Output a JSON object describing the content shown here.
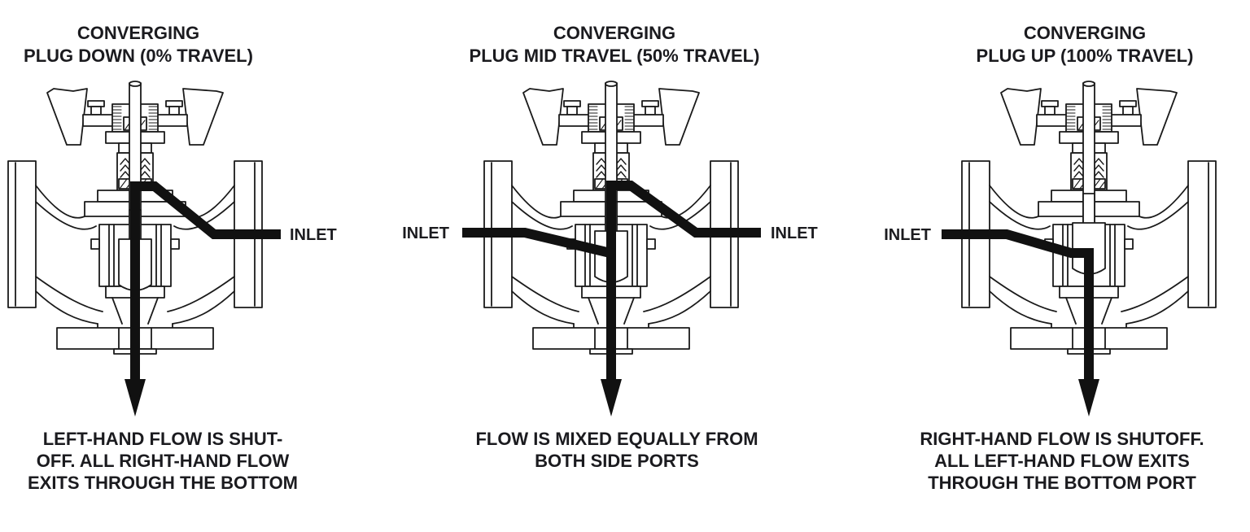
{
  "colors": {
    "background": "#ffffff",
    "line_art": "#1a1a1a",
    "flow_arrow": "#111111",
    "text_ink": "#1b1b1f"
  },
  "panels": [
    {
      "id": "converging-plug-down",
      "title_lines": [
        "CONVERGING",
        "PLUG DOWN (0% TRAVEL)"
      ],
      "plug_position": "down",
      "travel_percent": 0,
      "inlets": {
        "right": "INLET"
      },
      "caption_lines": [
        "LEFT-HAND FLOW IS SHUT-",
        "OFF. ALL RIGHT-HAND FLOW",
        "EXITS THROUGH THE BOTTOM"
      ],
      "caption_text": "LEFT-HAND FLOW IS SHUT-OFF. ALL RIGHT-HAND FLOW EXITS THROUGH THE BOTTOM"
    },
    {
      "id": "converging-plug-mid-travel",
      "title_lines": [
        "CONVERGING",
        "PLUG MID TRAVEL (50% TRAVEL)"
      ],
      "plug_position": "mid",
      "travel_percent": 50,
      "inlets": {
        "left": "INLET",
        "right": "INLET"
      },
      "caption_lines": [
        "FLOW IS MIXED EQUALLY FROM",
        "BOTH SIDE PORTS"
      ],
      "caption_text": "FLOW IS MIXED EQUALLY FROM BOTH SIDE PORTS"
    },
    {
      "id": "converging-plug-up",
      "title_lines": [
        "CONVERGING",
        "PLUG UP (100% TRAVEL)"
      ],
      "plug_position": "up",
      "travel_percent": 100,
      "inlets": {
        "left": "INLET"
      },
      "caption_lines": [
        "RIGHT-HAND FLOW IS SHUTOFF.",
        "ALL LEFT-HAND FLOW EXITS",
        "THROUGH THE BOTTOM PORT"
      ],
      "caption_text": "RIGHT-HAND FLOW IS SHUTOFF. ALL LEFT-HAND FLOW EXITS THROUGH THE BOTTOM PORT"
    }
  ]
}
